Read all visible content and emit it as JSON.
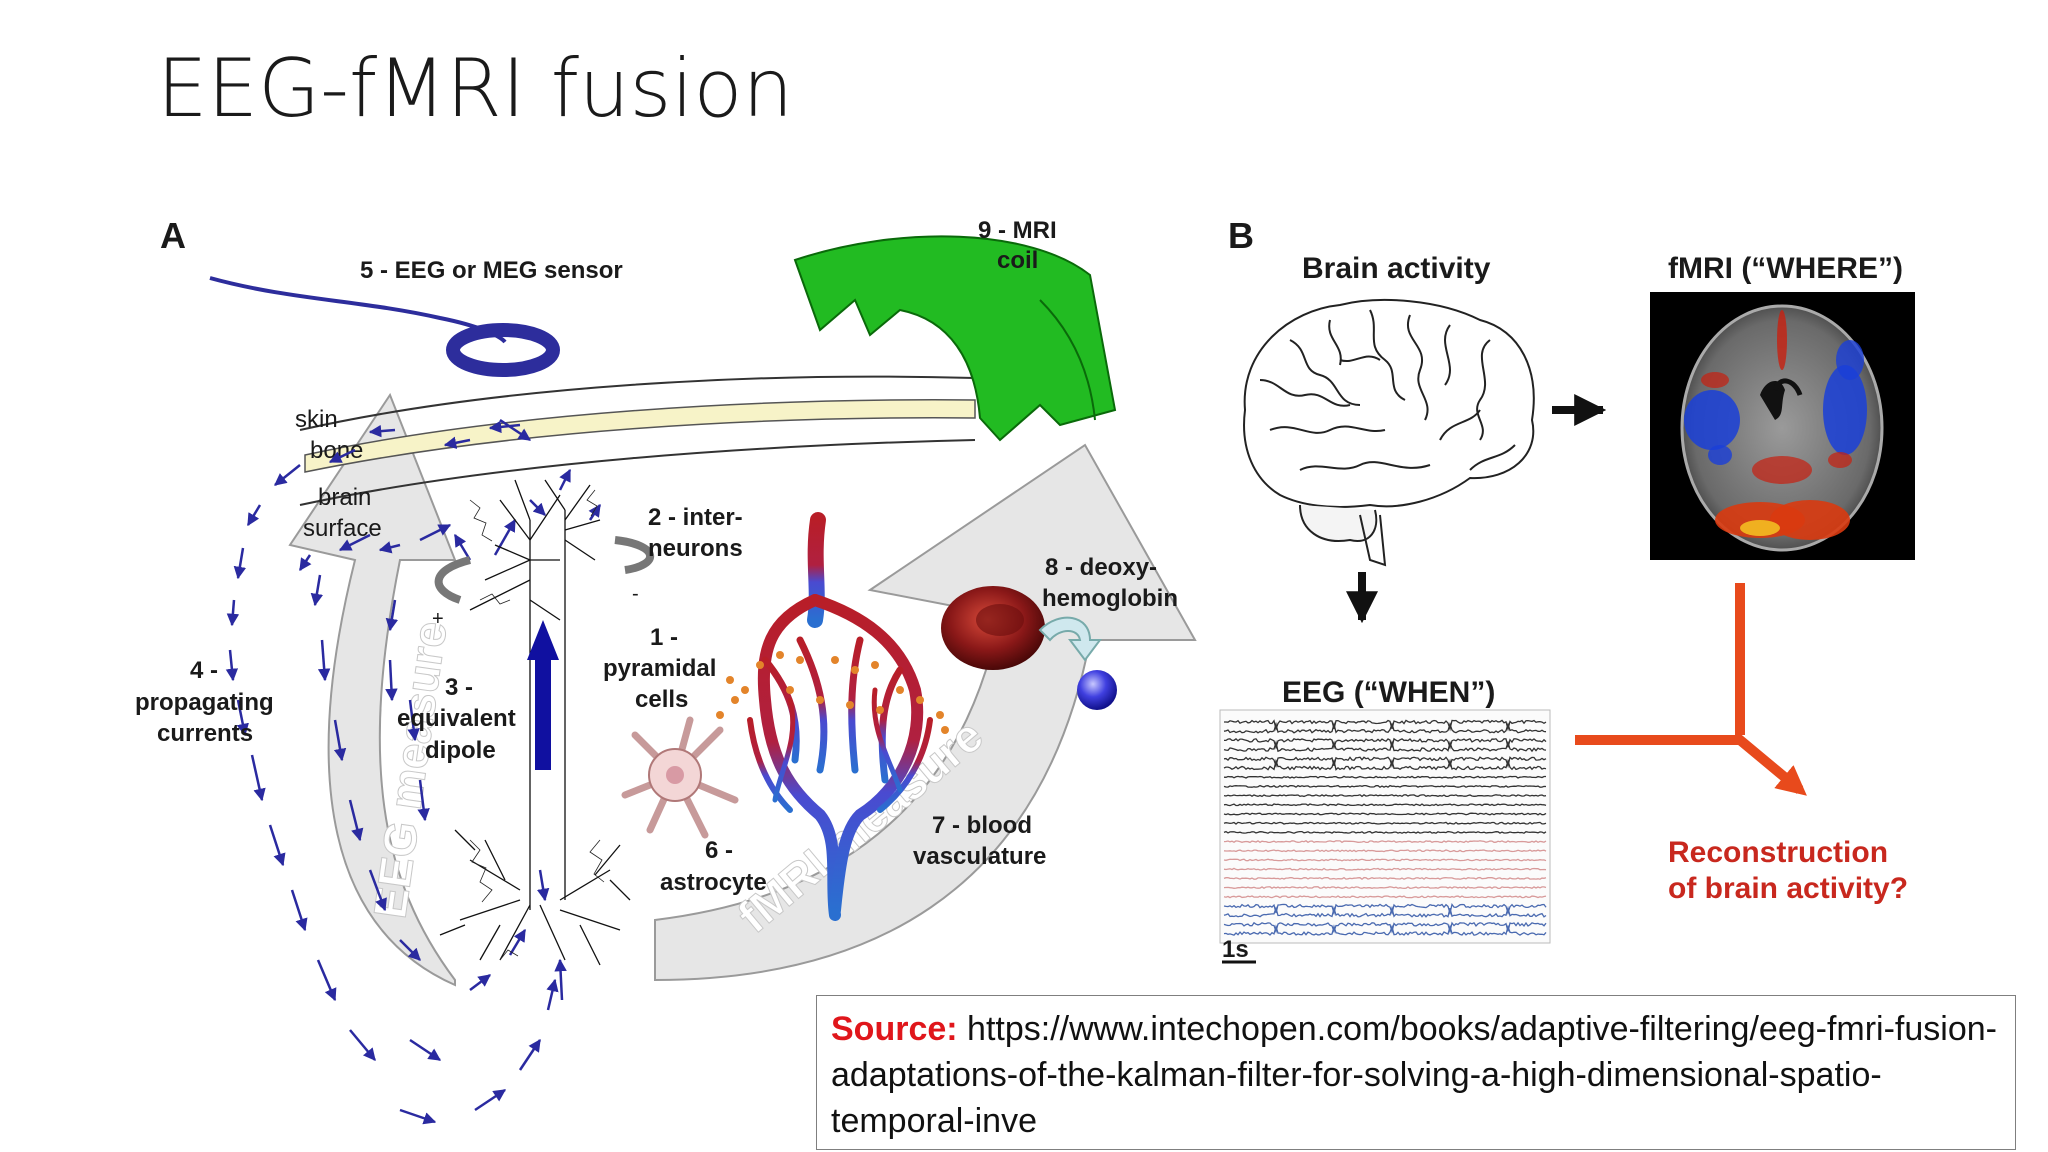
{
  "slide": {
    "title": "EEG-fMRI fusion"
  },
  "panel_a": {
    "letter": "A",
    "sensor_label": "5 - EEG or MEG sensor",
    "coil_label_1": "9 - MRI",
    "coil_label_2": "coil",
    "skin": "skin",
    "bone": "bone",
    "brain_1": "brain",
    "brain_2": "surface",
    "interneurons_1": "2 - inter-",
    "interneurons_2": "neurons",
    "deoxy_1": "8 - deoxy-",
    "deoxy_2": "hemoglobin",
    "currents_1": "4 -",
    "currents_2": "propagating",
    "currents_3": "currents",
    "dipole_1": "3 -",
    "dipole_2": "equivalent",
    "dipole_3": "dipole",
    "pyramidal_1": "1 -",
    "pyramidal_2": "pyramidal",
    "pyramidal_3": "cells",
    "astrocyte_1": "6 -",
    "astrocyte_2": "astrocyte",
    "vasculature_1": "7 - blood",
    "vasculature_2": "vasculature",
    "eeg_measure": "EEG measure",
    "fmri_measure": "fMRI measure",
    "plus": "+",
    "minus": "-"
  },
  "panel_b": {
    "letter": "B",
    "brain_activity": "Brain activity",
    "fmri_where": "fMRI (“WHERE”)",
    "eeg_when": "EEG (“WHEN”)",
    "time_scale": "1s",
    "reconstruction_1": "Reconstruction",
    "reconstruction_2": "of brain activity?"
  },
  "source": {
    "label": "Source:",
    "text": "https://www.intechopen.com/books/adaptive-filtering/eeg-fmri-fusion-adaptations-of-the-kalman-filter-for-solving-a-high-dimensional-spatio-temporal-inve"
  },
  "colors": {
    "coil_green": "#22bb22",
    "sensor_blue": "#2d2d9c",
    "arrow_blue": "#2a2aa0",
    "dipole_blue": "#1010a0",
    "vessel_red": "#b81e28",
    "vessel_blue": "#2a6fd0",
    "reconstruction_red": "#e84a1c",
    "source_red": "#e0161b"
  }
}
